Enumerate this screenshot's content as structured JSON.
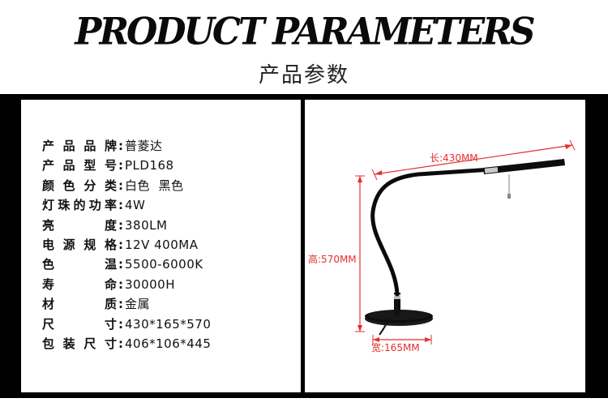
{
  "header": {
    "title": "PRODUCT PARAMETERS",
    "subtitle": "产品参数"
  },
  "params": [
    {
      "label": "产品品牌",
      "value": "普菱达"
    },
    {
      "label": "产品型号",
      "value": "PLD168"
    },
    {
      "label": "颜色分类",
      "value": "白色  黑色"
    },
    {
      "label": "灯珠的功率",
      "value": "4W"
    },
    {
      "label": "亮度",
      "value": "380LM"
    },
    {
      "label": "电源规格",
      "value": "12V 400MA"
    },
    {
      "label": "色温",
      "value": "5500-6000K"
    },
    {
      "label": "寿命",
      "value": "30000H"
    },
    {
      "label": "材质",
      "value": "金属"
    },
    {
      "label": "尺寸",
      "value": "430*165*570"
    },
    {
      "label": "包装尺寸",
      "value": "406*106*445"
    }
  ],
  "separator": ":",
  "dimensions": {
    "length": "长:430MM",
    "height": "高:570MM",
    "width": "宽:165MM"
  },
  "colors": {
    "dimension_red": "#e52e2e",
    "panel_black": "#000000"
  }
}
